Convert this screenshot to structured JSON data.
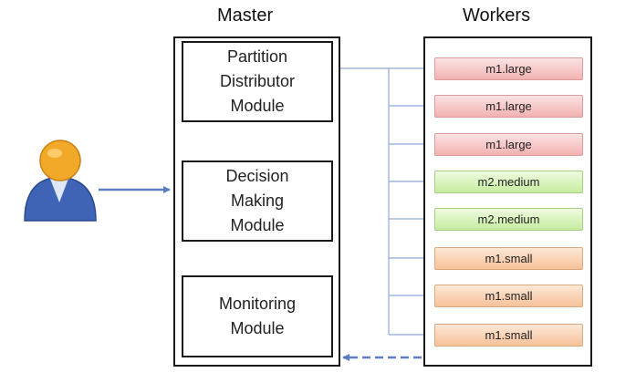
{
  "titles": {
    "master": "Master",
    "workers": "Workers"
  },
  "modules": {
    "partition": [
      "Partition",
      "Distributor",
      "Module"
    ],
    "decision": [
      "Decision",
      "Making",
      "Module"
    ],
    "monitoring": [
      "Monitoring",
      "Module"
    ]
  },
  "workers": [
    "m1.large",
    "m1.large",
    "m1.large",
    "m2.medium",
    "m2.medium",
    "m1.small",
    "m1.small",
    "m1.small"
  ],
  "colors": {
    "arrow": "#5b7fc2",
    "connector": "#8eaad8",
    "border": "#1a1a1a"
  }
}
